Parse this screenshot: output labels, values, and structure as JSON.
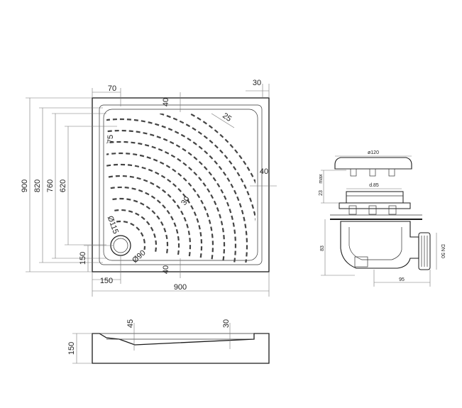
{
  "plan_view": {
    "dims": {
      "overall_height": "900",
      "inner_820": "820",
      "inner_760": "760",
      "inner_620": "620",
      "drain_offset_left": "150",
      "overall_width": "900",
      "drain_offset_bottom": "150",
      "rim_top_70": "70",
      "rim_right_30": "30",
      "rim_40_top": "40",
      "rim_40_right": "40",
      "rim_40_bottom": "40",
      "corner_radius_25": "25",
      "slope_75": "75",
      "slope_30": "30",
      "drain_dia_115": "Ø115",
      "drain_dia_90": "Ø90"
    }
  },
  "section_view": {
    "dims": {
      "height_150": "150",
      "depth_45": "45",
      "depth_30": "30"
    }
  },
  "drain_view": {
    "dims": {
      "cap_dia": "ø120",
      "body_dia": "d.85",
      "height_23": "23",
      "height_23_note": "max",
      "height_83": "83",
      "width_95": "95",
      "outlet": "DN 50"
    }
  }
}
